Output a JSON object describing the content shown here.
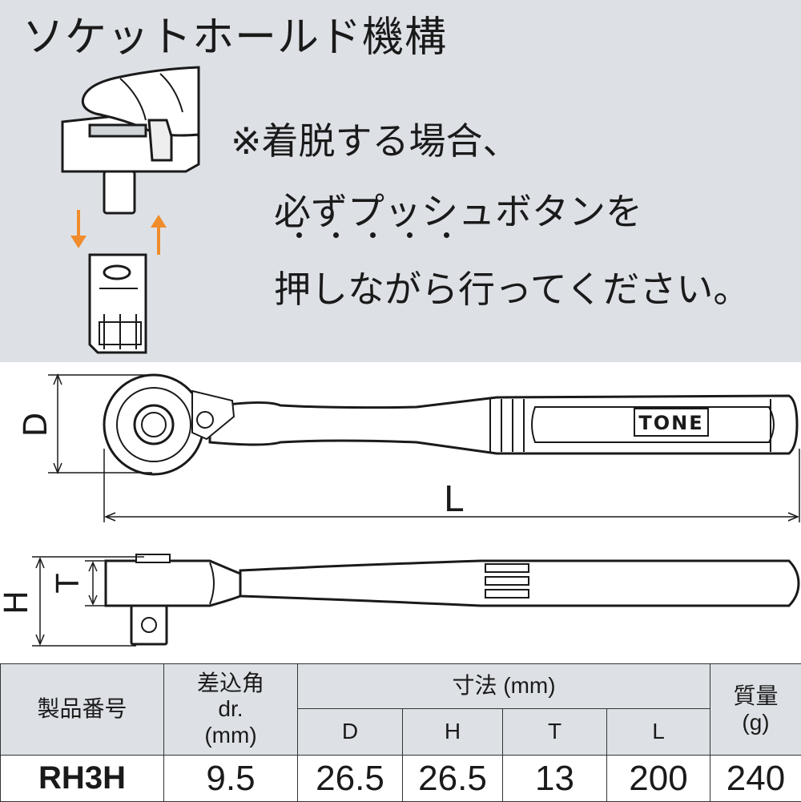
{
  "title": "ソケットホールド機構",
  "note": {
    "line1": "※着脱する場合、",
    "line2": "必ずプッシュボタンを",
    "line3": "押しながら行ってください。"
  },
  "diagram": {
    "dim_D": "D",
    "dim_L": "L",
    "dim_H": "H",
    "dim_T": "T",
    "brand": "TONE",
    "arrow_color": "#f08c2c"
  },
  "table": {
    "headers": {
      "model": "製品番号",
      "drive_line1": "差込角",
      "drive_line2": "dr.",
      "drive_line3": "(mm)",
      "dims": "寸法 (mm)",
      "D": "D",
      "H": "H",
      "T": "T",
      "L": "L",
      "mass_line1": "質量",
      "mass_line2": "(g)"
    },
    "row": {
      "model": "RH3H",
      "drive": "9.5",
      "D": "26.5",
      "H": "26.5",
      "T": "13",
      "L": "200",
      "mass": "240"
    }
  }
}
